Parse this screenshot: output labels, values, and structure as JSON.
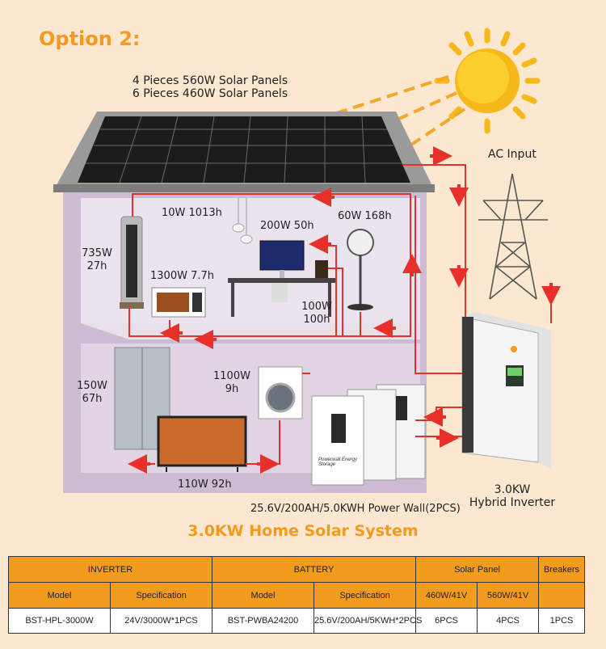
{
  "heading": "Option 2:",
  "labels": {
    "panels_line1": "4 Pieces 560W Solar Panels",
    "panels_line2": "6 Pieces 460W Solar Panels",
    "ac_input": "AC Input",
    "lamp": "10W 1013h",
    "computer": "200W 50h",
    "fan": "60W 168h",
    "aircon_w": "735W",
    "aircon_h": "27h",
    "microwave": "1300W 7.7h",
    "speaker_w": "100W",
    "speaker_h": "100h",
    "fridge_w": "150W",
    "fridge_h": "67h",
    "washer_w": "1100W",
    "washer_h": "9h",
    "tv": "110W 92h",
    "battery_caption": "25.6V/200AH/5.0KWH Power Wall(2PCS)",
    "inverter_line1": "3.0KW",
    "inverter_line2": "Hybrid Inverter",
    "battery_text": "Powerwall Energy Storage",
    "system_title": "3.0KW Home Solar System"
  },
  "table": {
    "groups": {
      "inverter": "INVERTER",
      "battery": "BATTERY",
      "solar_panel": "Solar Panel",
      "breakers": "Breakers"
    },
    "subheaders": {
      "inv_model": "Model",
      "inv_spec": "Specification",
      "bat_model": "Model",
      "bat_spec": "Specification",
      "panel_460": "460W/41V",
      "panel_560": "560W/41V",
      "breakers_blank": ""
    },
    "values": {
      "inv_model": "BST-HPL-3000W",
      "inv_spec": "24V/3000W*1PCS",
      "bat_model": "BST-PWBA24200",
      "bat_spec": "25.6V/200AH/5KWH*2PCS",
      "panel_460": "6PCS",
      "panel_560": "4PCS",
      "breakers": "1PCS"
    }
  },
  "colors": {
    "accent": "#f59a1e",
    "wire": "#e8302a",
    "background": "#fce8d0",
    "table_header": "#f39b1f"
  }
}
